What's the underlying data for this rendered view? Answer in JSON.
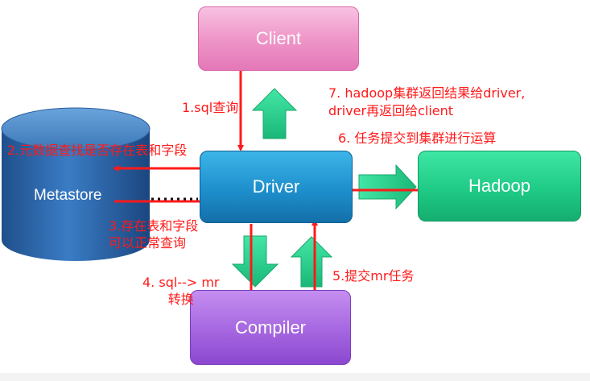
{
  "nodes": {
    "client": "Client",
    "driver": "Driver",
    "hadoop": "Hadoop",
    "compiler": "Compiler",
    "metastore": "Metastore"
  },
  "labels": {
    "step1": "1.sql查询",
    "step2": "2.元数据查找是否存在表和字段",
    "step3_line1": "3.存在表和字段",
    "step3_line2": "可以正常查询",
    "step4_line1": "4. sql--> mr",
    "step4_line2": "转换",
    "step5": "5.提交mr任务",
    "step6": "6. 任务提交到集群进行运算",
    "step7_line1": "7. hadoop集群返回结果给driver,",
    "step7_line2": "driver再返回给client"
  },
  "colors": {
    "client": "#ee96c8",
    "driver": "#1d8fcc",
    "hadoop": "#1fcb86",
    "compiler": "#a566e0",
    "metastore": "#2a5fa0",
    "annotation": "#ff1a1a",
    "block_arrow": "#2ed08c"
  }
}
